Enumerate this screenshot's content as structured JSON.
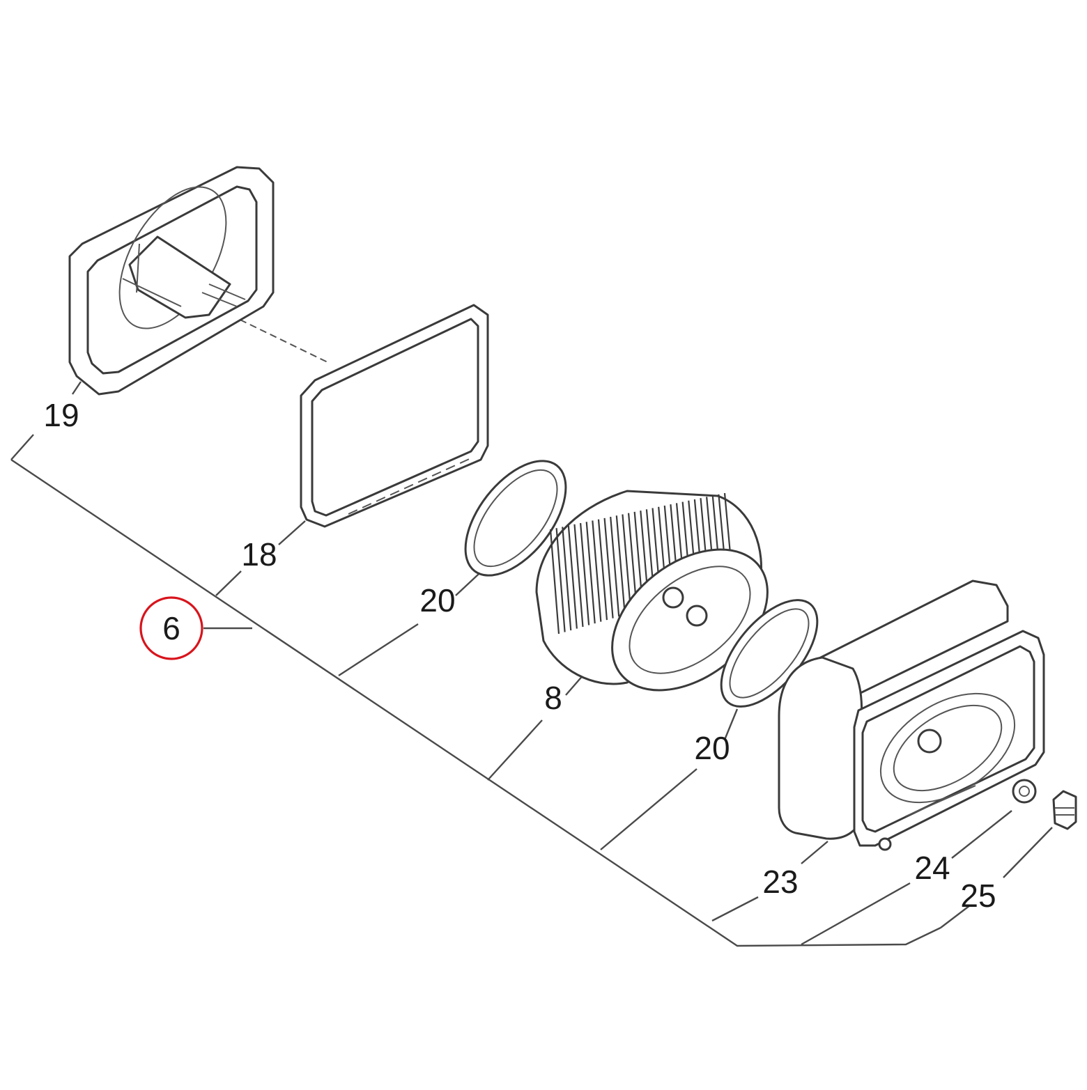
{
  "diagram": {
    "highlight_color": "#d8141c",
    "assembly_label": "6",
    "callouts": {
      "cover_back": "19",
      "filter_frame": "18",
      "gasket_upper": "20",
      "filter_element": "8",
      "gasket_lower": "20",
      "cover_front": "23",
      "washer": "24",
      "screw": "25"
    }
  }
}
